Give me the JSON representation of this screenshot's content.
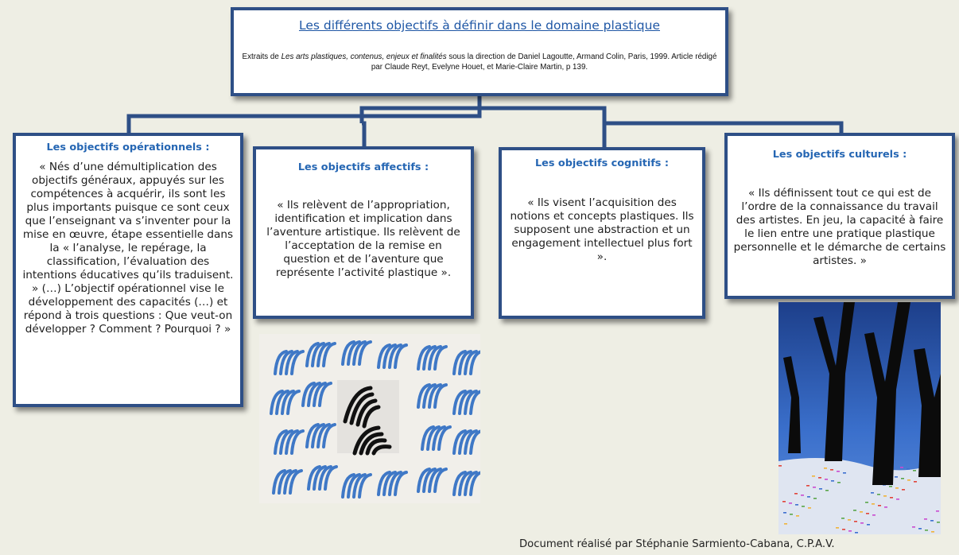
{
  "header": {
    "title": "Les différents objectifs à définir dans le domaine plastique",
    "source_prefix": "Extraits de ",
    "source_book": "Les arts plastiques, contenus, enjeux et finalités",
    "source_suffix": " sous la direction de Daniel Lagoutte, Armand Colin, Paris, 1999. Article rédigé par Claude Reyt, Evelyne Houet, et Marie-Claire Martin, p 139."
  },
  "objectives": {
    "operational": {
      "title": "Les objectifs opérationnels :",
      "text": "« Nés d’une démultiplication des objectifs généraux, appuyés sur les compétences à acquérir, ils sont les plus importants puisque ce sont ceux que l’enseignant va s’inventer pour la mise en œuvre, étape essentielle dans la « l’analyse, le repérage, la classification, l’évaluation des intentions éducatives qu’ils traduisent. » (…) L’objectif opérationnel vise le développement des capacités (…) et répond à trois questions : Que veut-on développer ? Comment ? Pourquoi ? »"
    },
    "affective": {
      "title": "Les objectifs affectifs :",
      "text": "« Ils relèvent de l’appropriation, identification et implication dans l’aventure artistique. Ils relèvent de l’acceptation de la remise en question et de l’aventure que représente l’activité plastique »."
    },
    "cognitive": {
      "title": "Les objectifs cognitifs :",
      "text": "« Ils visent l’acquisition des notions et concepts plastiques. Ils supposent une abstraction et un engagement intellectuel plus fort »."
    },
    "cultural": {
      "title": "Les objectifs culturels :",
      "text": "« Ils définissent tout ce qui est de l’ordre de la connaissance du travail des artistes.  En jeu, la capacité à faire le lien entre une pratique plastique personnelle et le démarche de certains artistes. »"
    }
  },
  "footer": {
    "credit": "Document réalisé par Stéphanie Sarmiento-Cabana, C.P.A.V."
  },
  "colors": {
    "border": "#2e4f86",
    "title_blue": "#2566b3",
    "background": "#eeeee4"
  }
}
